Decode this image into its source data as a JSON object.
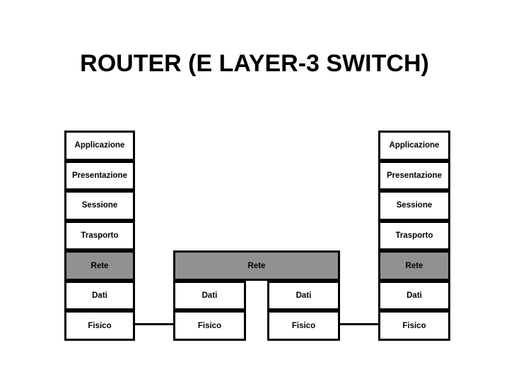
{
  "slide": {
    "title": "ROUTER (E LAYER-3 SWITCH)",
    "background_color": "#ffffff",
    "line_color": "#000000",
    "highlight_color": "#919191"
  },
  "diagram": {
    "type": "osi-stack-comparison",
    "left_host": {
      "name": "left-host-stack",
      "layers": [
        {
          "label": "Applicazione",
          "highlighted": false
        },
        {
          "label": "Presentazione",
          "highlighted": false
        },
        {
          "label": "Sessione",
          "highlighted": false
        },
        {
          "label": "Trasporto",
          "highlighted": false
        },
        {
          "label": "Rete",
          "highlighted": true
        },
        {
          "label": "Dati",
          "highlighted": false
        },
        {
          "label": "Fisico",
          "highlighted": false
        }
      ]
    },
    "right_host": {
      "name": "right-host-stack",
      "layers": [
        {
          "label": "Applicazione",
          "highlighted": false
        },
        {
          "label": "Presentazione",
          "highlighted": false
        },
        {
          "label": "Sessione",
          "highlighted": false
        },
        {
          "label": "Trasporto",
          "highlighted": false
        },
        {
          "label": "Rete",
          "highlighted": true
        },
        {
          "label": "Dati",
          "highlighted": false
        },
        {
          "label": "Fisico",
          "highlighted": false
        }
      ]
    },
    "router": {
      "name": "router-stack",
      "network_layer": {
        "label": "Rete",
        "highlighted": true
      },
      "left_interface": {
        "name": "router-left-interface",
        "layers": [
          {
            "label": "Dati",
            "highlighted": false
          },
          {
            "label": "Fisico",
            "highlighted": false
          }
        ]
      },
      "right_interface": {
        "name": "router-right-interface",
        "layers": [
          {
            "label": "Dati",
            "highlighted": false
          },
          {
            "label": "Fisico",
            "highlighted": false
          }
        ]
      }
    },
    "links": [
      {
        "name": "link-left-host-to-router",
        "from": "left-host-fisico",
        "to": "router-left-fisico"
      },
      {
        "name": "link-router-to-right-host",
        "from": "router-right-fisico",
        "to": "right-host-fisico"
      }
    ]
  }
}
